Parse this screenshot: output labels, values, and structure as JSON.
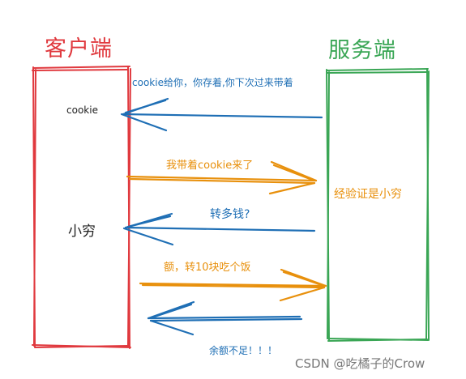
{
  "titles": {
    "client": "客户端",
    "server": "服务端"
  },
  "client_labels": {
    "cookie": "cookie",
    "name": "小穷"
  },
  "server_label": "经验证是小穷",
  "messages": [
    {
      "text": "cookie给你，你存着,你下次过来带着",
      "direction": "server-to-client",
      "color": "#1f6fb5"
    },
    {
      "text": "我带着cookie来了",
      "direction": "client-to-server",
      "color": "#e8900c"
    },
    {
      "text": "转多钱?",
      "direction": "server-to-client",
      "color": "#1f6fb5"
    },
    {
      "text": "额，转10块吃个饭",
      "direction": "client-to-server",
      "color": "#e8900c"
    },
    {
      "text": "余额不足！！！",
      "direction": "server-to-client",
      "color": "#1f6fb5"
    }
  ],
  "colors": {
    "client": "#e0393e",
    "server": "#3aa655",
    "blue": "#1f6fb5",
    "orange": "#e8900c"
  },
  "watermark": "CSDN @吃橘子的Crow"
}
